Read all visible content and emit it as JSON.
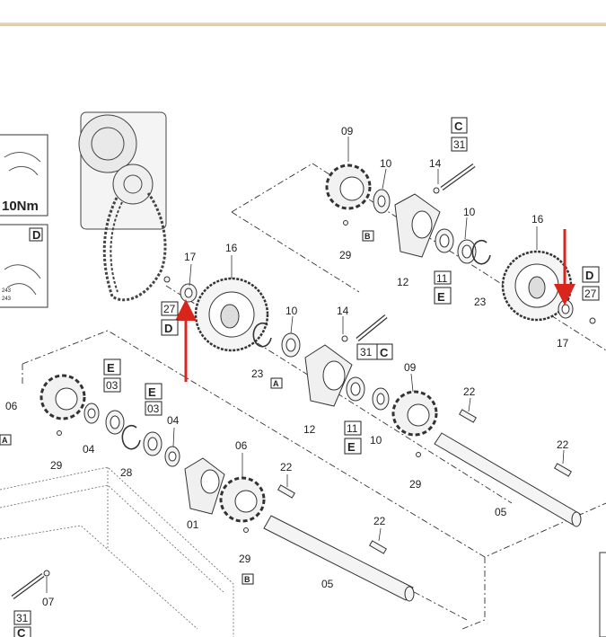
{
  "diagram": {
    "part_numbers": {
      "p09_a": "09",
      "p10_a": "10",
      "p14_a": "14",
      "p31_a": "31",
      "p10_b": "10",
      "p16_a": "16",
      "p29_a": "29",
      "p12_a": "12",
      "p11_a": "11",
      "p23_a": "23",
      "p27_a": "27",
      "p17_a": "17",
      "p17_b": "17",
      "p27_b": "27",
      "p16_b": "16",
      "p10_c": "10",
      "p14_b": "14",
      "p31_b": "31",
      "p23_b": "23",
      "p12_b": "12",
      "p09_b": "09",
      "p11_b": "11",
      "p10_d": "10",
      "p22_a": "22",
      "p22_b": "22",
      "p05_a": "05",
      "p29_b": "29",
      "p06_a": "06",
      "p03_a": "03",
      "p03_b": "03",
      "p04_a": "04",
      "p04_b": "04",
      "p29_c": "29",
      "p28": "28",
      "p06_b": "06",
      "p01": "01",
      "p22_c": "22",
      "p22_d": "22",
      "p29_d": "29",
      "p05_b": "05",
      "p07": "07",
      "p31_c": "31"
    },
    "callout_letters": {
      "c_a": "C",
      "b_a": "B",
      "e_a": "E",
      "d_a": "D",
      "d_b": "D",
      "a_a": "A",
      "c_b": "C",
      "e_b": "E",
      "e_c": "E",
      "e_d": "E",
      "a_b": "A",
      "b_b": "B",
      "c_c": "C",
      "d_inset": "D"
    },
    "torque_text": "10Nm",
    "inset_small_a": "243",
    "inset_small_b": "243"
  },
  "colors": {
    "line": "#2a2a2a",
    "arrow": "#d9261c",
    "band": "#d9c7a4"
  }
}
